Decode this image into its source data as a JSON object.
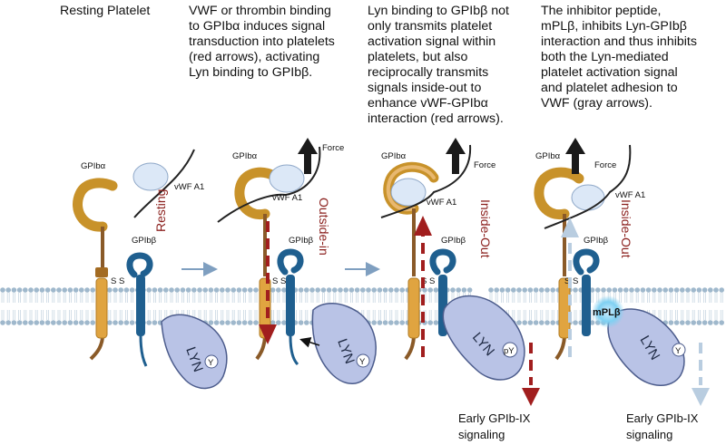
{
  "panels": [
    {
      "caption": [
        "Resting Platelet"
      ],
      "state_label": "Resting",
      "labels": {
        "gpiba": "GPIbα",
        "gpibb": "GPIbβ",
        "vwf": "vWF A1",
        "ss": "S S",
        "lyn": "LYN",
        "y": "Y"
      }
    },
    {
      "caption": [
        "VWF or thrombin binding",
        "to GPIbα induces signal",
        "transduction into platelets",
        "(red arrows), activating",
        "Lyn binding to GPIbβ."
      ],
      "state_label": "Outside-in",
      "labels": {
        "gpiba": "GPIbα",
        "gpibb": "GPIbβ",
        "vwf": "vWF A1",
        "force": "Force",
        "ss": "S S",
        "lyn": "LYN",
        "y": "Y"
      }
    },
    {
      "caption": [
        "Lyn binding to GPIbβ not",
        "only transmits platelet",
        "activation signal within",
        "platelets, but also",
        "reciprocally transmits",
        "signals inside-out to",
        "enhance vWF-GPIbα",
        "interaction (red arrows)."
      ],
      "state_label": "Inside-Out",
      "labels": {
        "gpiba": "GPIbα",
        "gpibb": "GPIbβ",
        "vwf": "vWF A1",
        "force": "Force",
        "ss": "S S",
        "lyn": "LYN",
        "py": "pY"
      },
      "signal": [
        "Early GPIb-IX",
        "signaling"
      ]
    },
    {
      "caption": [
        "The inhibitor peptide,",
        "mPLβ, inhibits Lyn-GPIbβ",
        "interaction and thus inhibits",
        "both the Lyn-mediated",
        "platelet activation signal",
        "and platelet adhesion to",
        "VWF (gray arrows)."
      ],
      "state_label": "Inside-Out",
      "labels": {
        "gpiba": "GPIbα",
        "gpibb": "GPIbβ",
        "vwf": "vWF A1",
        "force": "Force",
        "ss": "S S",
        "lyn": "LYN",
        "y": "Y",
        "mplb": "mPLβ"
      },
      "signal": [
        "Early GPIb-IX",
        "signaling"
      ]
    }
  ],
  "colors": {
    "gpiba": "#c8922a",
    "gpiba_dark": "#8a5a14",
    "gpibb": "#1f5f8f",
    "stalk": "#8a5a28",
    "lyn": "#b9c3e6",
    "lyn_stroke": "#4c5c8c",
    "vwf": "#dce8f7",
    "red_arrow": "#a11e1e",
    "gray_arrow": "#b9cde0",
    "membrane": "#9fb8cc",
    "force_arrow": "#1a1a1a"
  }
}
